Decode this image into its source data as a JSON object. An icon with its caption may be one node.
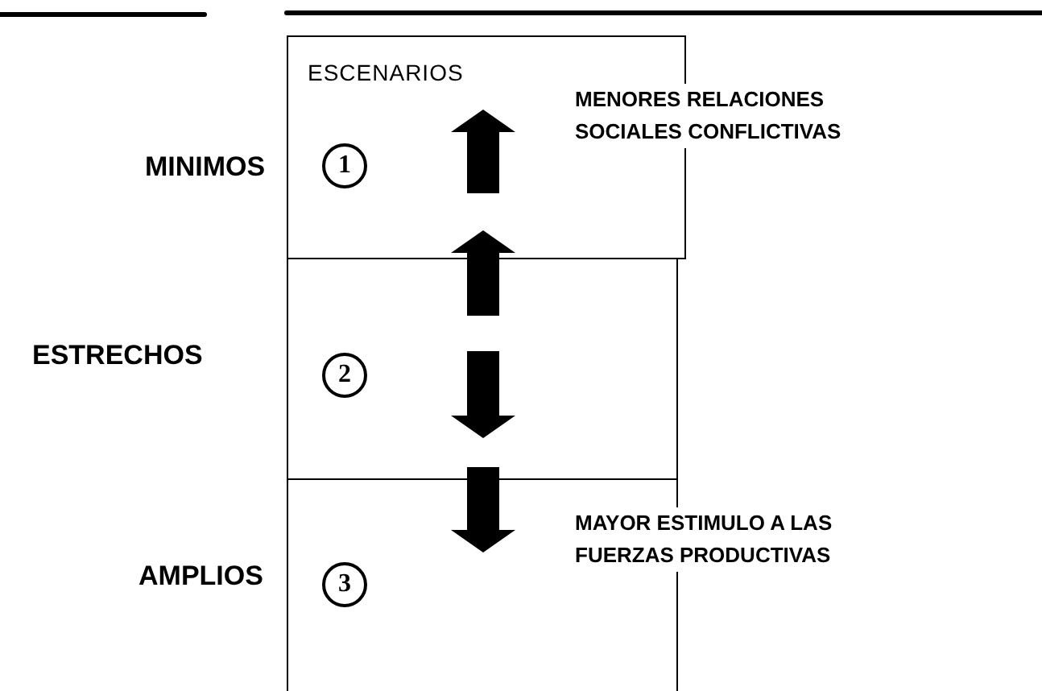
{
  "diagram": {
    "nodes": [
      {
        "text": [
          "ESCENARIOS"
        ]
      },
      {
        "text": [
          "1"
        ],
        "in": 0
      },
      {
        "text": [],
        "shape": "box"
      },
      {
        "text": [
          "2"
        ],
        "in": 2
      },
      {
        "text": [],
        "shape": "box"
      },
      {
        "text": [
          "3"
        ],
        "in": 4
      }
    ],
    "labels": [
      "MENORES RELACIONES SOCIALES CONFLICTIVAS",
      "MINIMOS",
      "ESTRECHOS",
      "MAYOR ESTIMULO A LAS FUERZAS PRODUCTIVAS",
      "AMPLIOS"
    ]
  }
}
